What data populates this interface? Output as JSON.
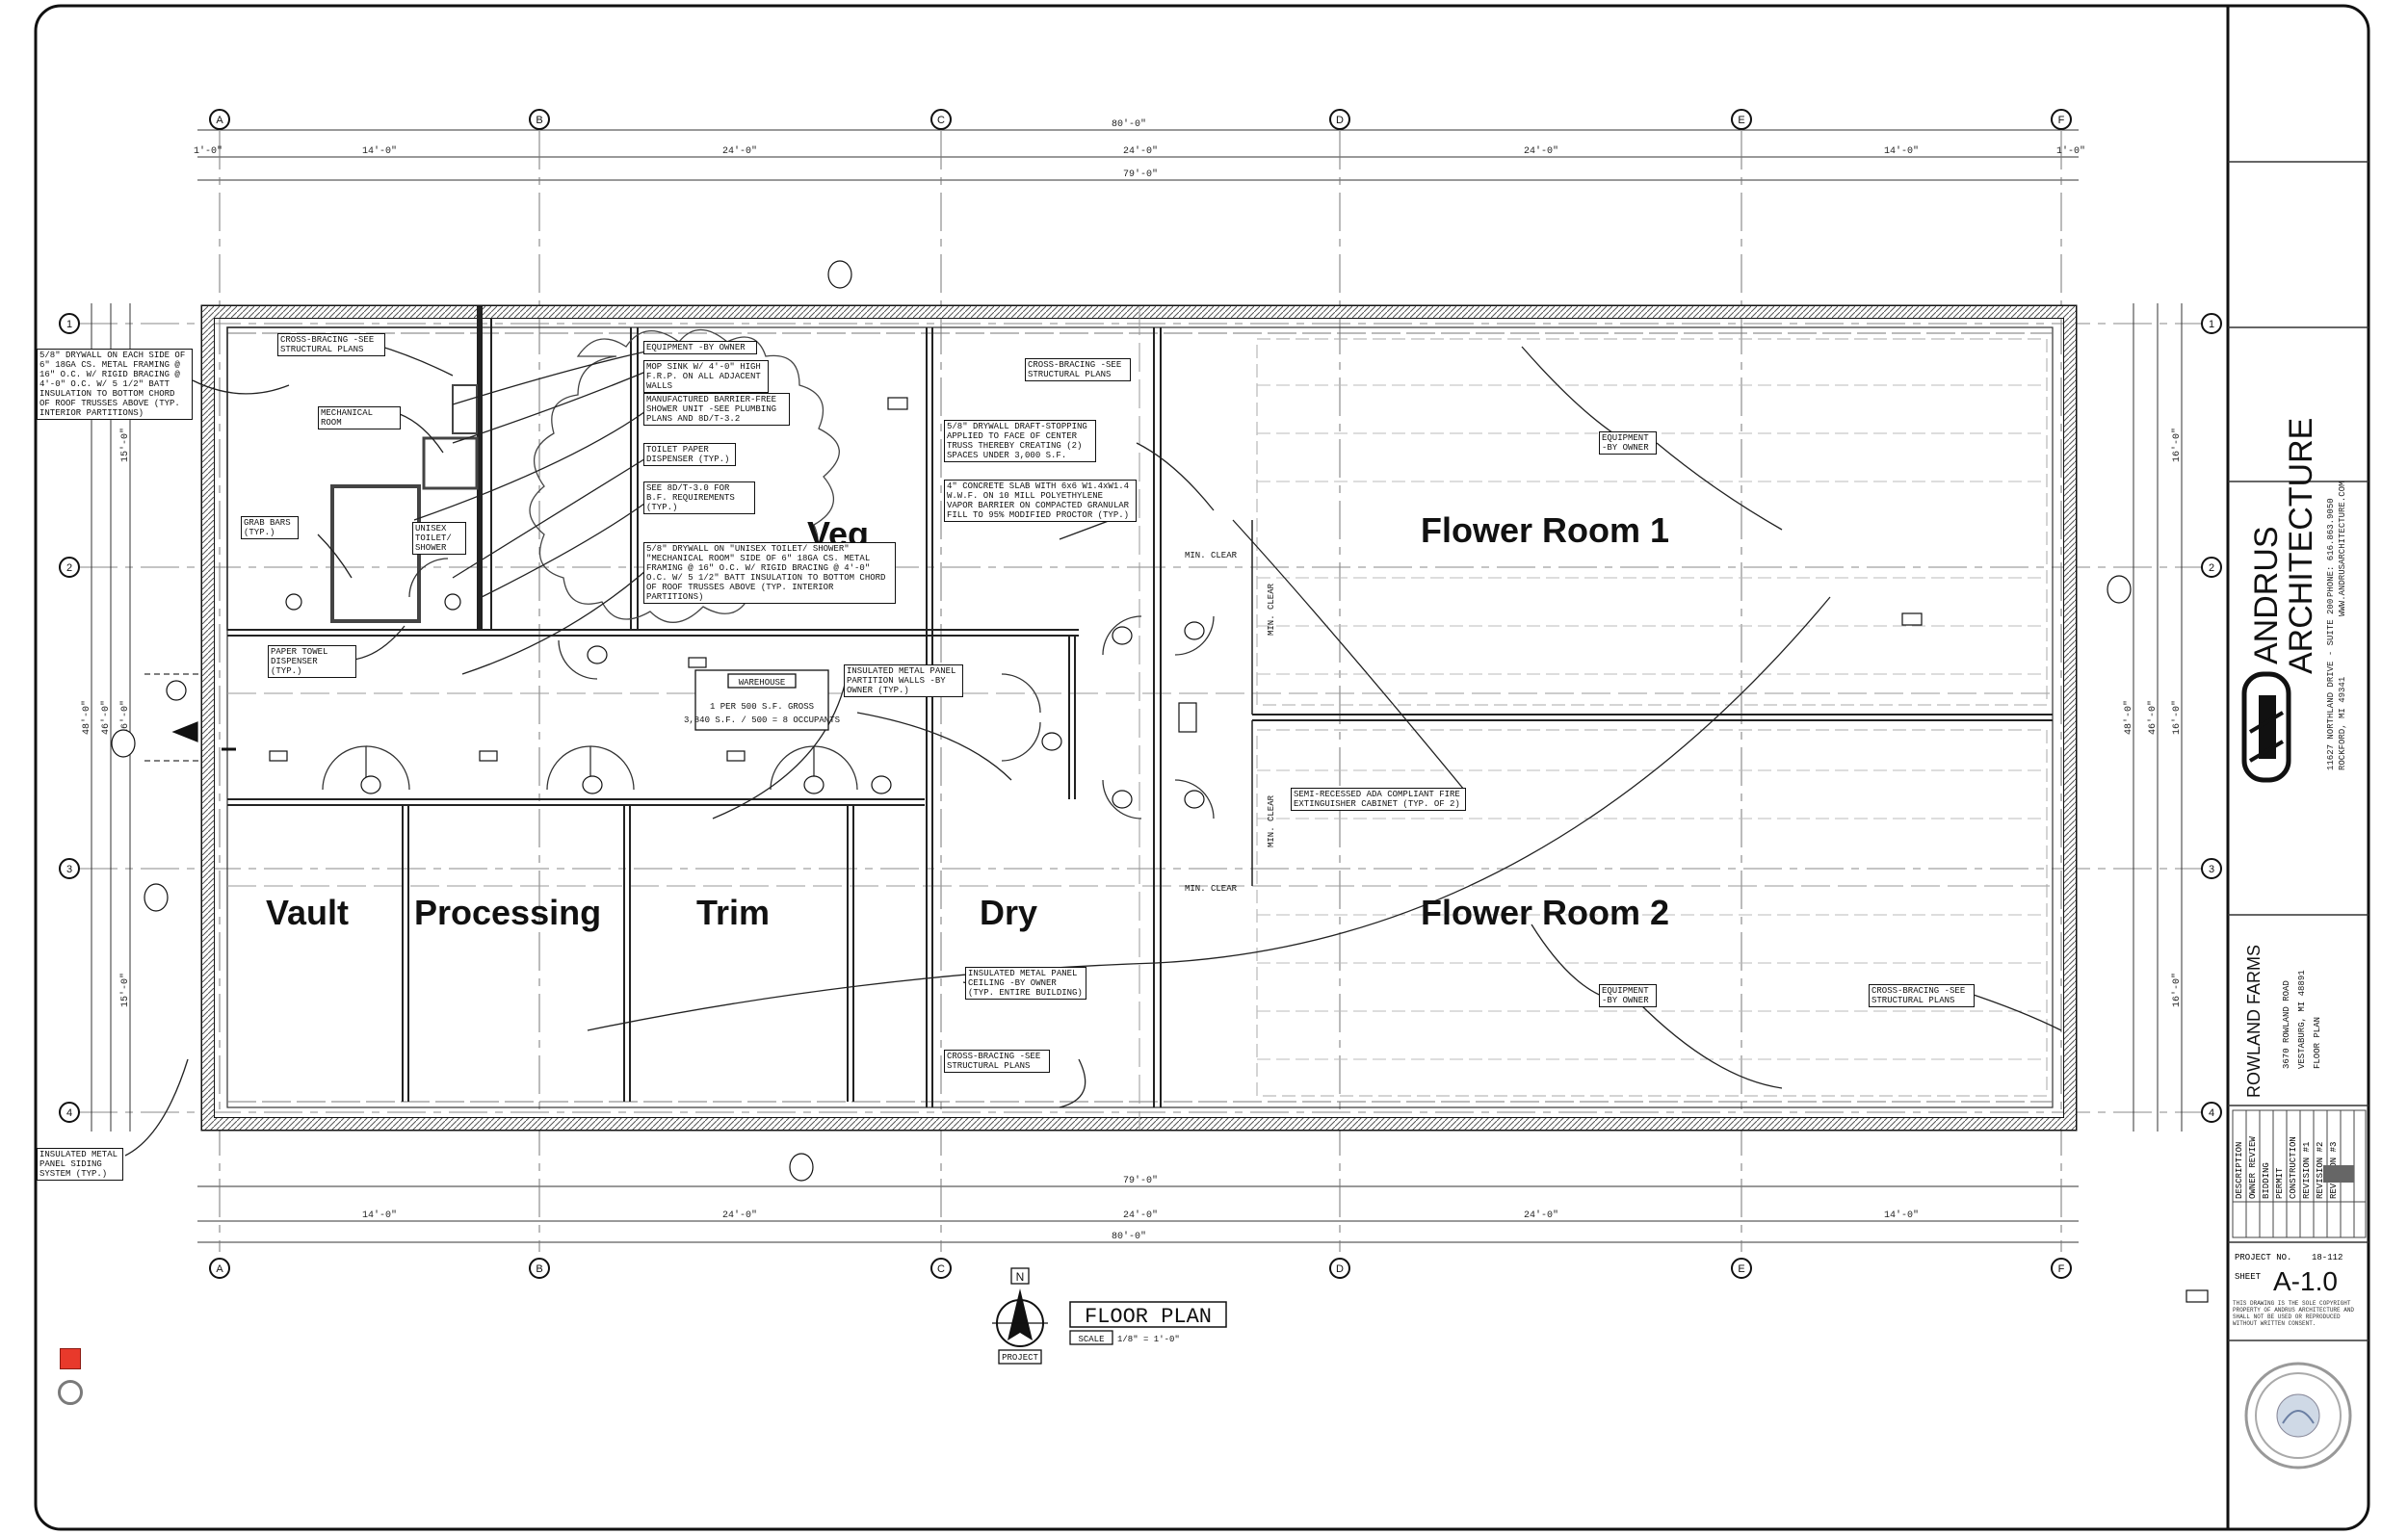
{
  "rooms": {
    "veg": "Veg",
    "flower_room_1": "Flower Room 1",
    "flower_room_2": "Flower Room 2",
    "vault": "Vault",
    "processing": "Processing",
    "trim": "Trim",
    "dry": "Dry"
  },
  "grid": {
    "columns": [
      "A",
      "B",
      "C",
      "D",
      "E",
      "F"
    ],
    "rows": [
      "1",
      "2",
      "3",
      "4"
    ]
  },
  "dimensions": {
    "overall": "80'-0\"",
    "overall_inner": "79'-0\"",
    "bays": [
      "14'-0\"",
      "24'-0\"",
      "24'-0\"",
      "24'-0\"",
      "14'-0\""
    ],
    "end_offset": "1'-0\"",
    "side_overall": "48'-0\"",
    "side_inner": "46'-0\"",
    "side_bays": [
      "16'-0\"",
      "16'-0\"",
      "16'-0\""
    ],
    "side_bays_inner": [
      "15'-0\"",
      "16'-0\"",
      "15'-0\""
    ]
  },
  "notes": {
    "drywall": "5/8\" DRYWALL ON EACH SIDE OF 6\" 18GA CS. METAL FRAMING @ 16\" O.C. W/ RIGID BRACING @ 4'-0\" O.C. W/ 5 1/2\" BATT INSULATION TO BOTTOM CHORD OF ROOF TRUSSES ABOVE (TYP. INTERIOR PARTITIONS)",
    "cross_bracing_tl": "CROSS-BRACING -SEE STRUCTURAL PLANS",
    "mechanical": "MECHANICAL ROOM",
    "grab_bars": "GRAB BARS (TYP.)",
    "paper_towel": "PAPER TOWEL DISPENSER (TYP.)",
    "unisex": "UNISEX TOILET/ SHOWER",
    "equipment_owner": "EQUIPMENT -BY OWNER",
    "mop_sink": "MOP SINK W/ 4'-0\" HIGH F.R.P. ON ALL ADJACENT WALLS",
    "shower_unit": "MANUFACTURED BARRIER-FREE SHOWER UNIT -SEE PLUMBING PLANS AND 8D/T-3.2",
    "toilet_paper": "TOILET PAPER DISPENSER (TYP.)",
    "see_8d": "SEE 8D/T-3.0 FOR B.F. REQUIREMENTS (TYP.)",
    "drywall_unisex": "5/8\" DRYWALL ON \"UNISEX TOILET/ SHOWER\" \"MECHANICAL ROOM\" SIDE OF 6\" 18GA CS. METAL FRAMING @ 16\" O.C. W/ RIGID BRACING @ 4'-0\" O.C. W/ 5 1/2\" BATT INSULATION TO BOTTOM CHORD OF ROOF TRUSSES ABOVE (TYP. INTERIOR PARTITIONS)",
    "cross_bracing_top": "CROSS-BRACING -SEE STRUCTURAL PLANS",
    "draft_stopping": "5/8\" DRYWALL DRAFT-STOPPING APPLIED TO FACE OF CENTER TRUSS THEREBY CREATING (2) SPACES UNDER 3,000 S.F.",
    "slab": "4\" CONCRETE SLAB WITH 6x6 W1.4xW1.4 W.W.F. ON 10 MILL POLYETHYLENE VAPOR BARRIER ON COMPACTED GRANULAR FILL TO 95% MODIFIED PROCTOR (TYP.)",
    "equipment_fr1": "EQUIPMENT -BY OWNER",
    "warehouse": "WAREHOUSE",
    "warehouse_sub": "1 PER 500 S.F. GROSS",
    "warehouse_area": "3,840 S.F. / 500 = 8 OCCUPANTS",
    "insulated_partition": "INSULATED METAL PANEL PARTITION WALLS -BY OWNER (TYP.)",
    "fire_ext": "SEMI-RECESSED ADA COMPLIANT FIRE EXTINGUISHER CABINET (TYP. OF 2)",
    "min_clear": "MIN. CLEAR",
    "insulated_ceiling": "INSULATED METAL PANEL CEILING -BY OWNER (TYP. ENTIRE BUILDING)",
    "cross_bracing_bottom": "CROSS-BRACING -SEE STRUCTURAL PLANS",
    "equipment_fr2": "EQUIPMENT -BY OWNER",
    "cross_bracing_right": "CROSS-BRACING -SEE STRUCTURAL PLANS",
    "siding": "INSULATED METAL PANEL SIDING SYSTEM (TYP.)"
  },
  "plan_title": {
    "title": "FLOOR PLAN",
    "scale_label": "SCALE",
    "scale": "1/8\" = 1'-0\"",
    "north": "N",
    "project_north": "PROJECT"
  },
  "title_block": {
    "firm_line1": "ANDRUS",
    "firm_line2": "ARCHITECTURE",
    "firm_address1": "11627 NORTHLAND DRIVE - SUITE 200",
    "firm_address2": "ROCKFORD, MI 49341",
    "firm_phone": "PHONE: 616.863.9050",
    "firm_web": "WWW.ANDRUSARCHITECTURE.COM",
    "client": "ROWLAND FARMS",
    "client_address1": "3670 ROWLAND ROAD",
    "client_address2": "VESTABURG, MI 48891",
    "sheet_title": "FLOOR PLAN",
    "revision_header": "DESCRIPTION",
    "revisions": [
      "OWNER REVIEW",
      "BIDDING",
      "PERMIT",
      "CONSTRUCTION",
      "REVISION #1",
      "REVISION #2",
      "REVISION #3"
    ],
    "project_no_label": "PROJECT NO.",
    "project_no": "18-112",
    "sheet_label": "SHEET",
    "sheet_no": "A-1.0",
    "copyright": "THIS DRAWING IS THE SOLE COPYRIGHT PROPERTY OF ANDRUS ARCHITECTURE AND SHALL NOT BE USED OR REPRODUCED WITHOUT WRITTEN CONSENT."
  },
  "colors": {
    "line": "#1a1a1a",
    "light_line": "#7d7d7d",
    "dashed": "#9a9a9a",
    "record_red": "#e8392b",
    "paper": "#ffffff"
  }
}
